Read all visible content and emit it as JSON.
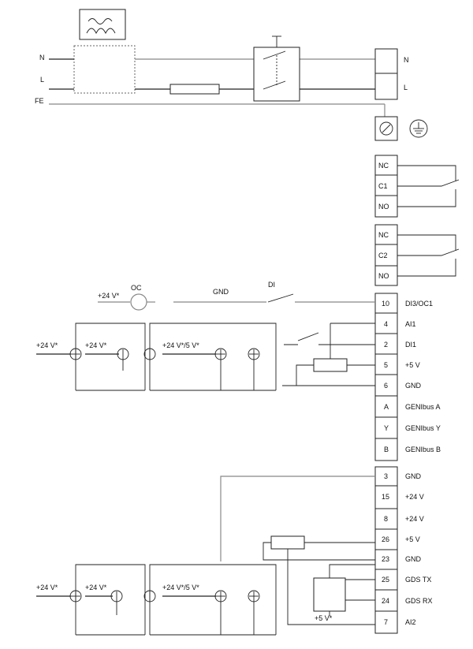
{
  "mains": {
    "N": "N",
    "L": "L",
    "FE": "FE"
  },
  "terminals_mains": [
    "N",
    "L"
  ],
  "relay1": [
    "NC",
    "C1",
    "NO"
  ],
  "relay2": [
    "NC",
    "C2",
    "NO"
  ],
  "io_top": [
    {
      "num": "10",
      "signal": "DI3/OC1"
    },
    {
      "num": "4",
      "signal": "AI1"
    },
    {
      "num": "2",
      "signal": "DI1"
    },
    {
      "num": "5",
      "signal": "+5 V"
    },
    {
      "num": "6",
      "signal": "GND"
    },
    {
      "num": "A",
      "signal": "GENIbus A"
    },
    {
      "num": "Y",
      "signal": "GENIbus Y"
    },
    {
      "num": "B",
      "signal": "GENIbus B"
    }
  ],
  "io_bottom": [
    {
      "num": "3",
      "signal": "GND"
    },
    {
      "num": "15",
      "signal": "+24 V"
    },
    {
      "num": "8",
      "signal": "+24 V"
    },
    {
      "num": "26",
      "signal": "+5 V"
    },
    {
      "num": "23",
      "signal": "GND"
    },
    {
      "num": "25",
      "signal": "GDS TX"
    },
    {
      "num": "24",
      "signal": "GDS RX"
    },
    {
      "num": "7",
      "signal": "AI2"
    }
  ],
  "labels": {
    "oc_supply": "+24 V*",
    "oc": "OC",
    "gnd": "GND",
    "di": "DI",
    "sensor_24v": "+24 V*",
    "sensor_24v5v": "+24 V*/5 V*",
    "gds_5v": "+5 V*"
  }
}
